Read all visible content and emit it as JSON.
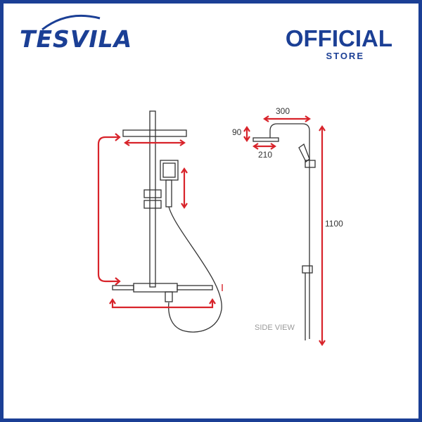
{
  "header": {
    "brand": "TESVILA",
    "official": "OFFICIAL",
    "store": "STORE"
  },
  "diagram": {
    "dimensions": {
      "height": "1100",
      "arm_width": "300",
      "head_height": "90",
      "head_width": "210"
    },
    "side_view_label": "SIDE VIEW"
  },
  "colors": {
    "brand": "#1b3f95",
    "arrow": "#d8232a",
    "line": "#333333"
  }
}
